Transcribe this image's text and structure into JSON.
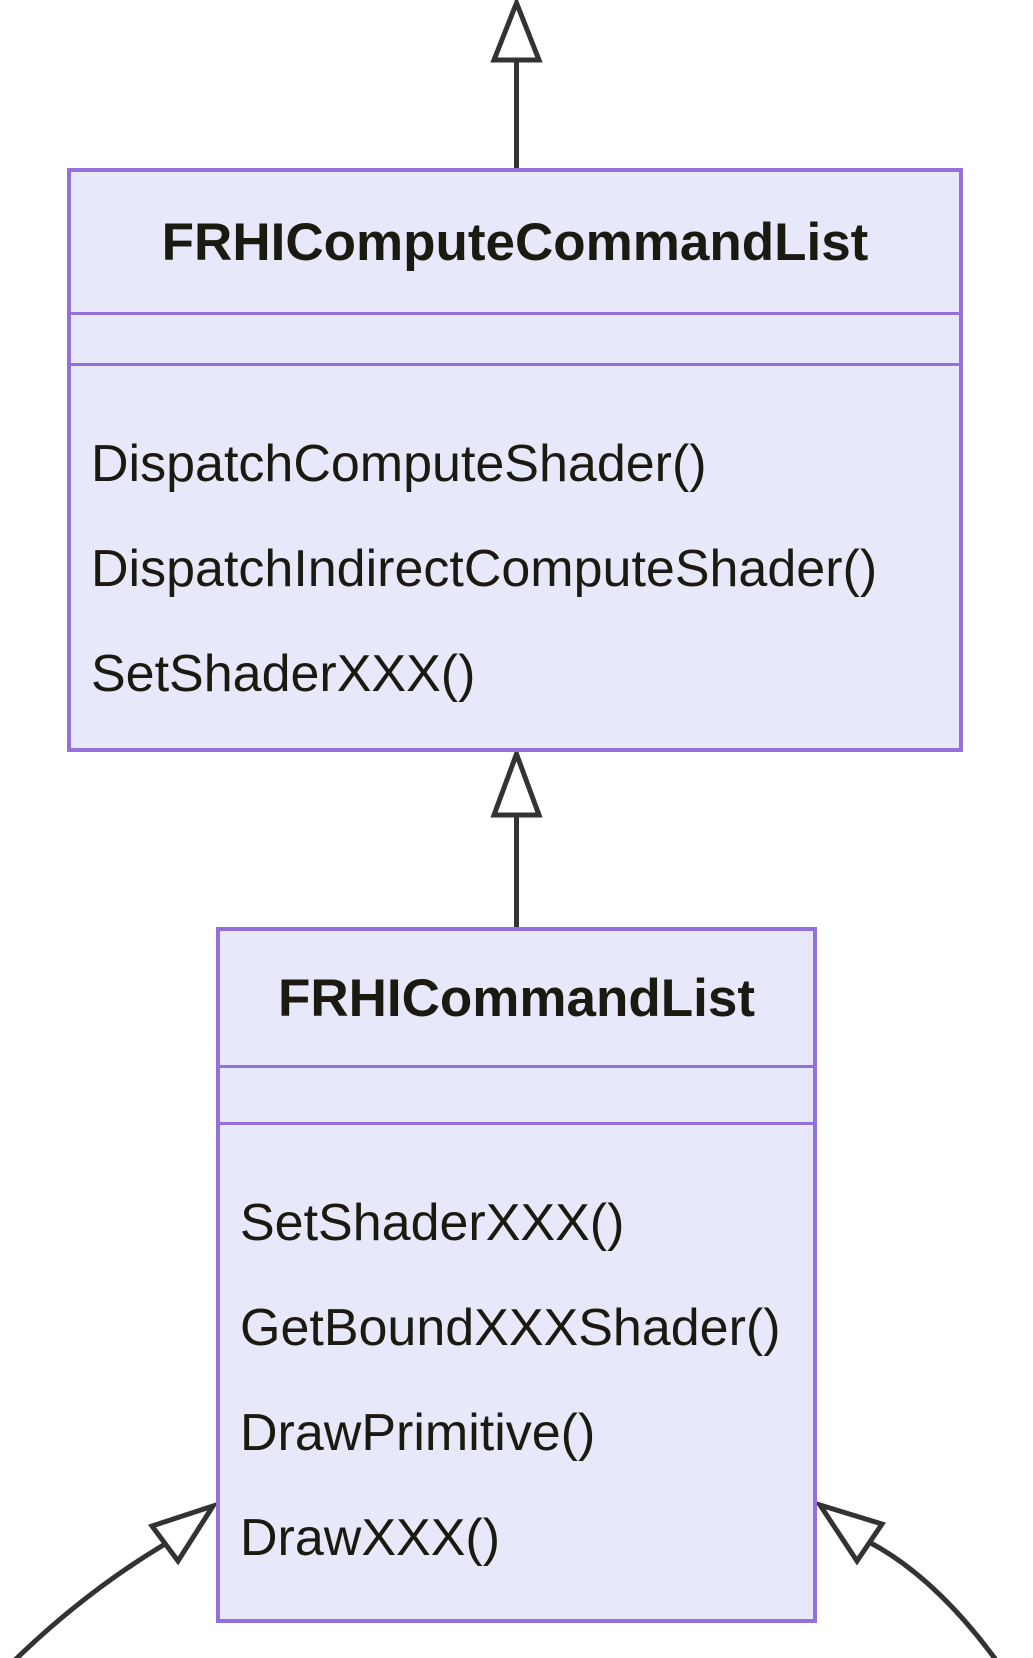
{
  "diagram": {
    "type": "uml-class-diagram",
    "colors": {
      "box_fill": "#e8e8fb",
      "box_border": "#9370db",
      "line": "#333333",
      "text": "#1a1a10",
      "arrowhead_fill": "#ffffff"
    },
    "classes": [
      {
        "name": "FRHIComputeCommandList",
        "attributes": [],
        "methods": [
          "DispatchComputeShader()",
          "DispatchIndirectComputeShader()",
          "SetShaderXXX()"
        ]
      },
      {
        "name": "FRHICommandList",
        "attributes": [],
        "methods": [
          "SetShaderXXX()",
          "GetBoundXXXShader()",
          "DrawPrimitive()",
          "DrawXXX()"
        ]
      }
    ],
    "relationships": [
      {
        "type": "inheritance",
        "from": "FRHIComputeCommandList",
        "to": "offscreen-top",
        "arrowhead": "hollow-triangle"
      },
      {
        "type": "inheritance",
        "from": "FRHICommandList",
        "to": "FRHIComputeCommandList",
        "arrowhead": "hollow-triangle"
      },
      {
        "type": "inheritance",
        "from": "offscreen-bottom-left",
        "to": "FRHICommandList",
        "arrowhead": "hollow-triangle"
      },
      {
        "type": "inheritance",
        "from": "offscreen-bottom-right",
        "to": "FRHICommandList",
        "arrowhead": "hollow-triangle"
      }
    ]
  }
}
